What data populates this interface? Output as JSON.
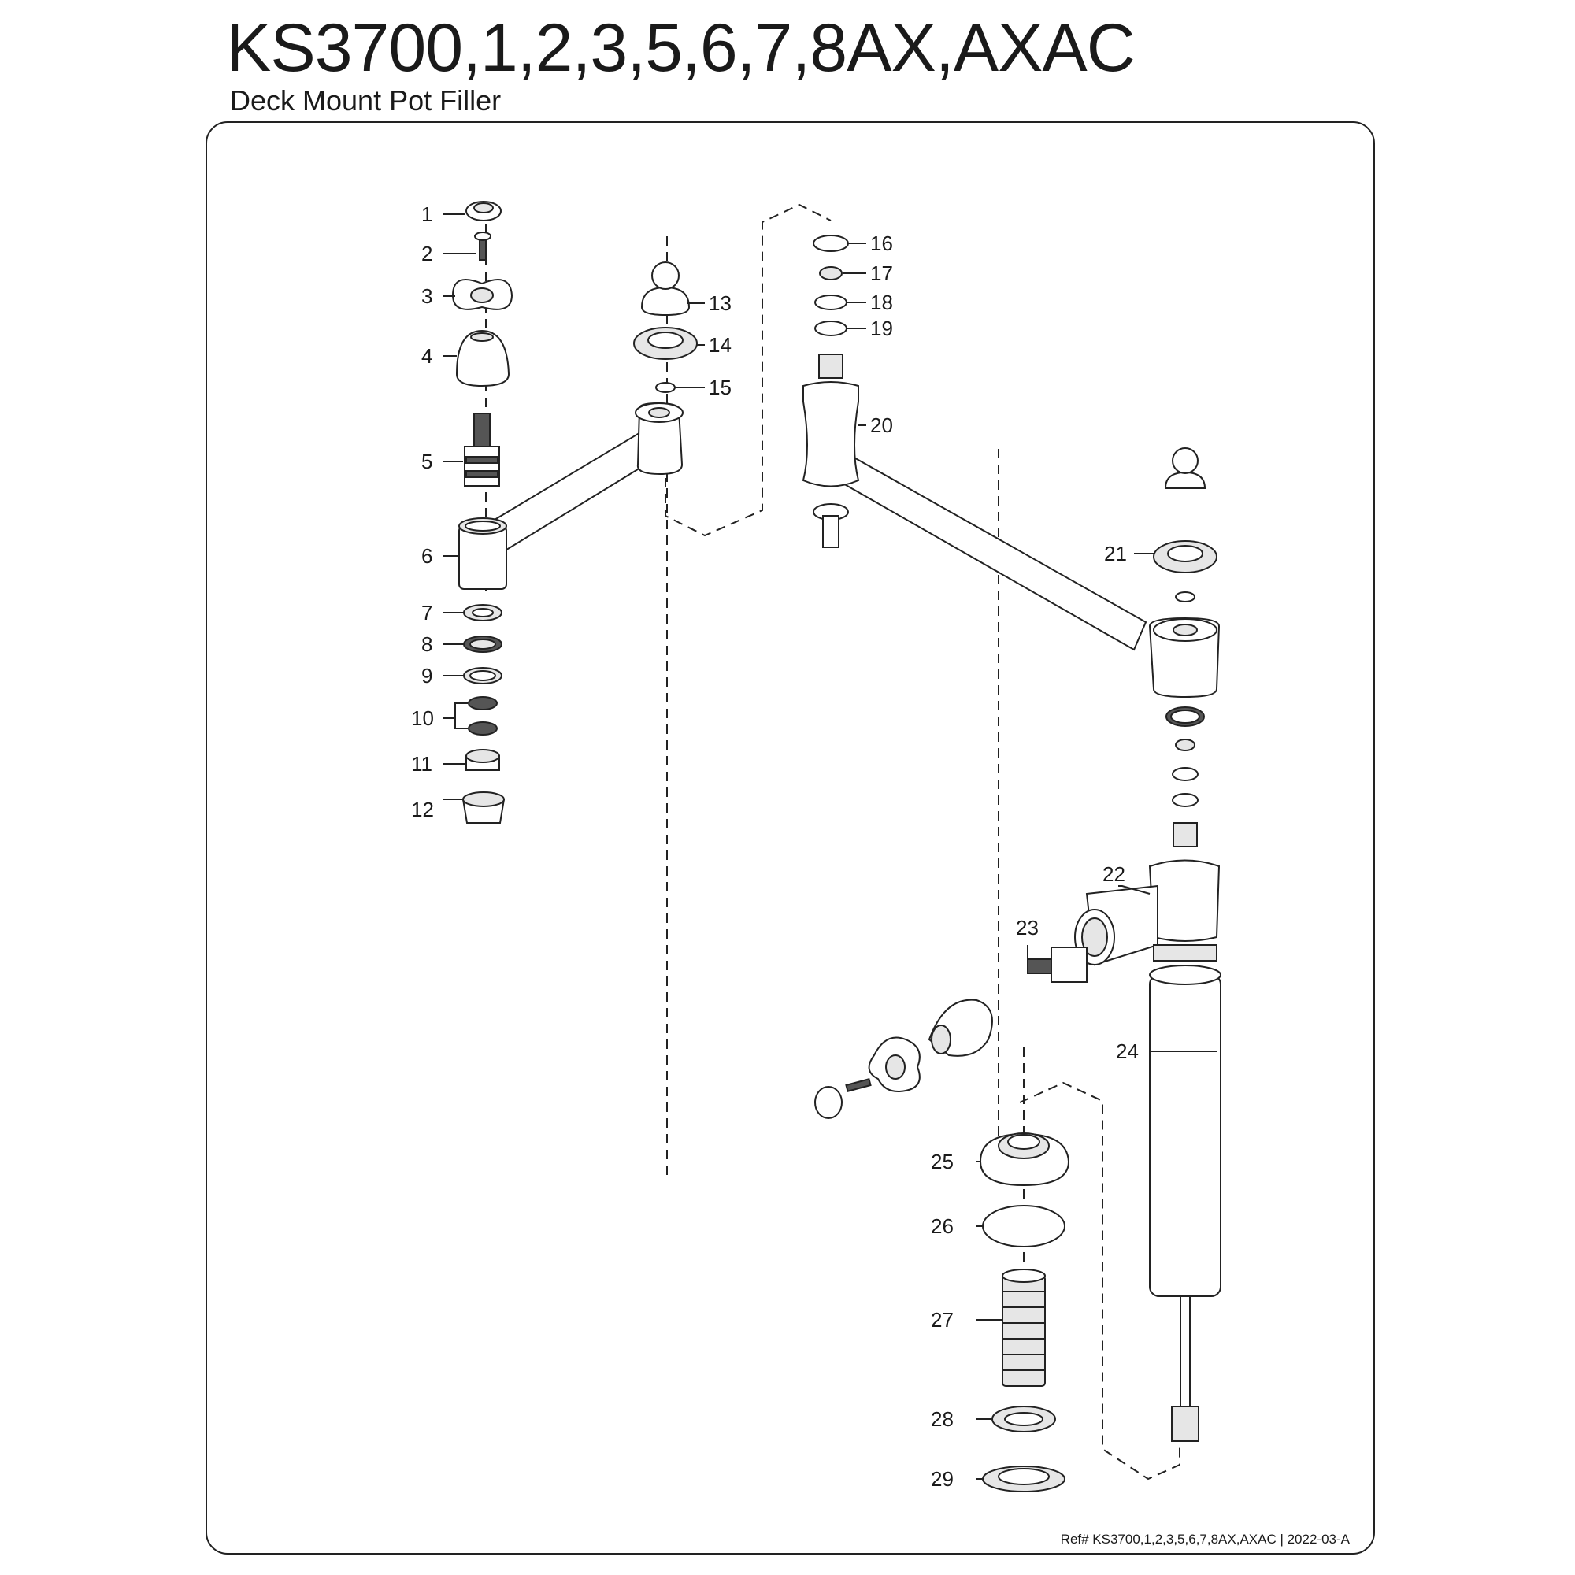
{
  "header": {
    "title": "KS3700,1,2,3,5,6,7,8AX,AXAC",
    "subtitle": "Deck Mount Pot Filler"
  },
  "callouts": [
    "1",
    "2",
    "3",
    "4",
    "5",
    "6",
    "7",
    "8",
    "9",
    "10",
    "11",
    "12",
    "13",
    "14",
    "15",
    "16",
    "17",
    "18",
    "19",
    "20",
    "21",
    "22",
    "23",
    "24",
    "25",
    "26",
    "27",
    "28",
    "29"
  ],
  "footer": {
    "ref": "Ref# KS3700,1,2,3,5,6,7,8AX,AXAC | 2022-03-A"
  }
}
